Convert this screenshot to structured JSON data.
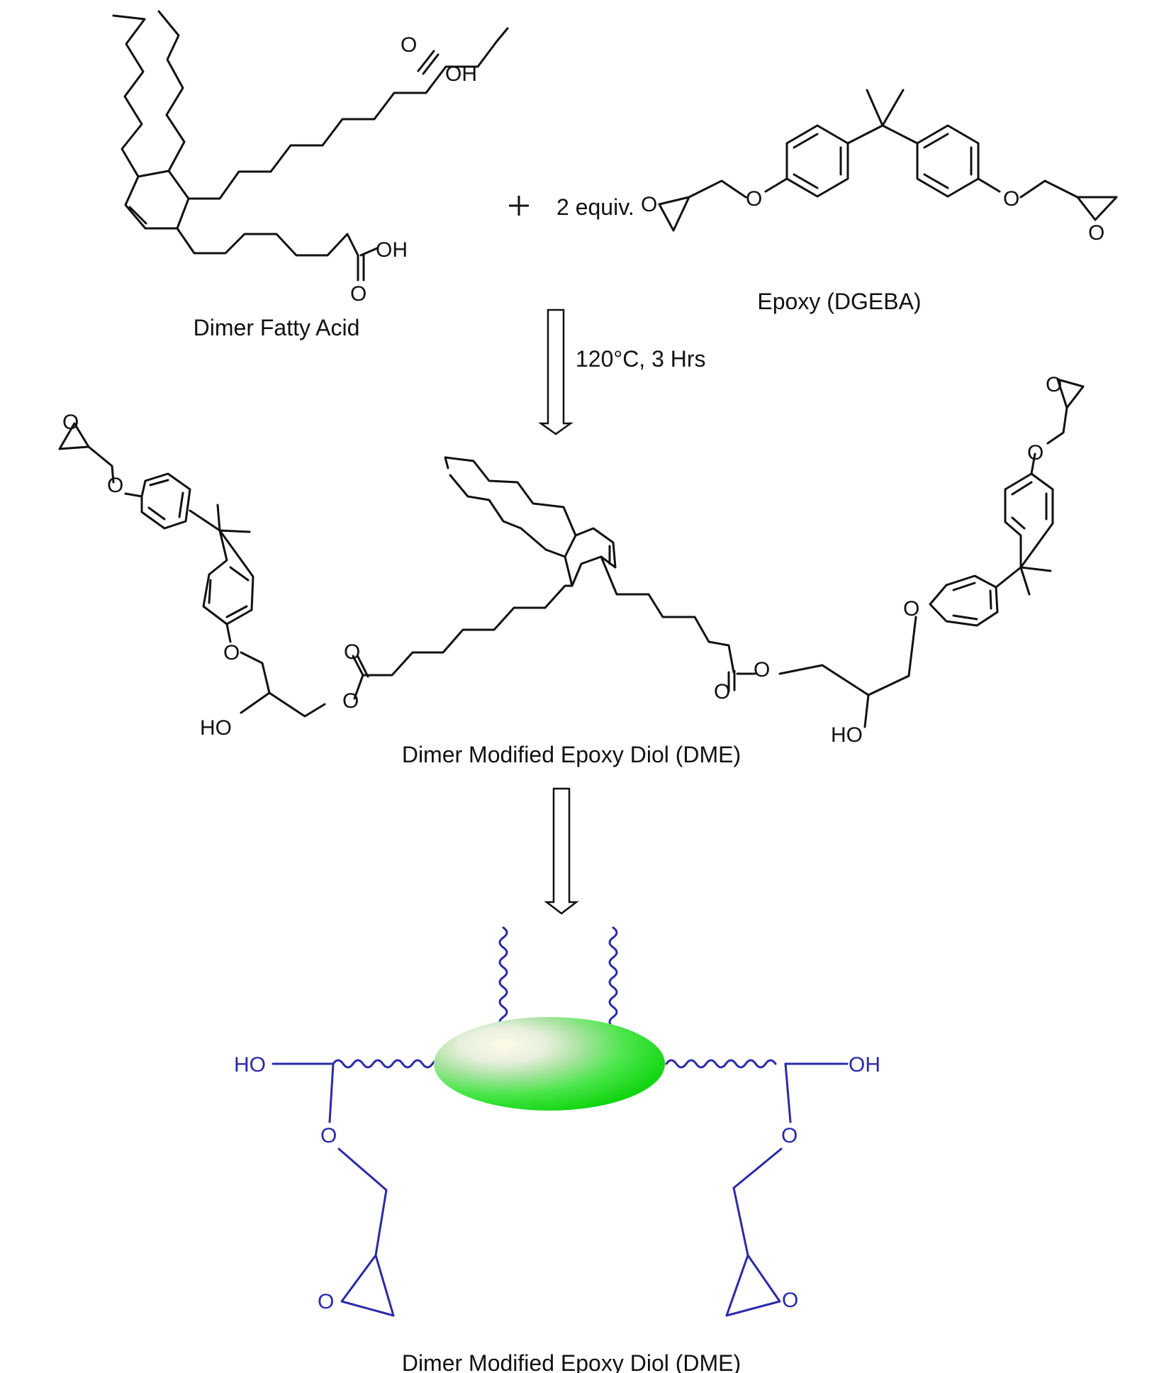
{
  "labels": {
    "dimer_acid": "Dimer Fatty Acid",
    "epoxy": "Epoxy (DGEBA)",
    "equiv": "2 equiv.",
    "conditions": "120°C, 3 Hrs",
    "dme": "Dimer Modified Epoxy Diol (DME)",
    "dme_schematic": "Dimer Modified Epoxy Diol (DME)"
  },
  "atoms": {
    "oxygen": "O",
    "hydroxyl": "OH",
    "hydroxyl_left": "HO"
  },
  "colors": {
    "structure": "#111111",
    "schematic": "#2a2aa8",
    "core_outer": "#18e018",
    "core_inner": "#fdfbe8"
  }
}
